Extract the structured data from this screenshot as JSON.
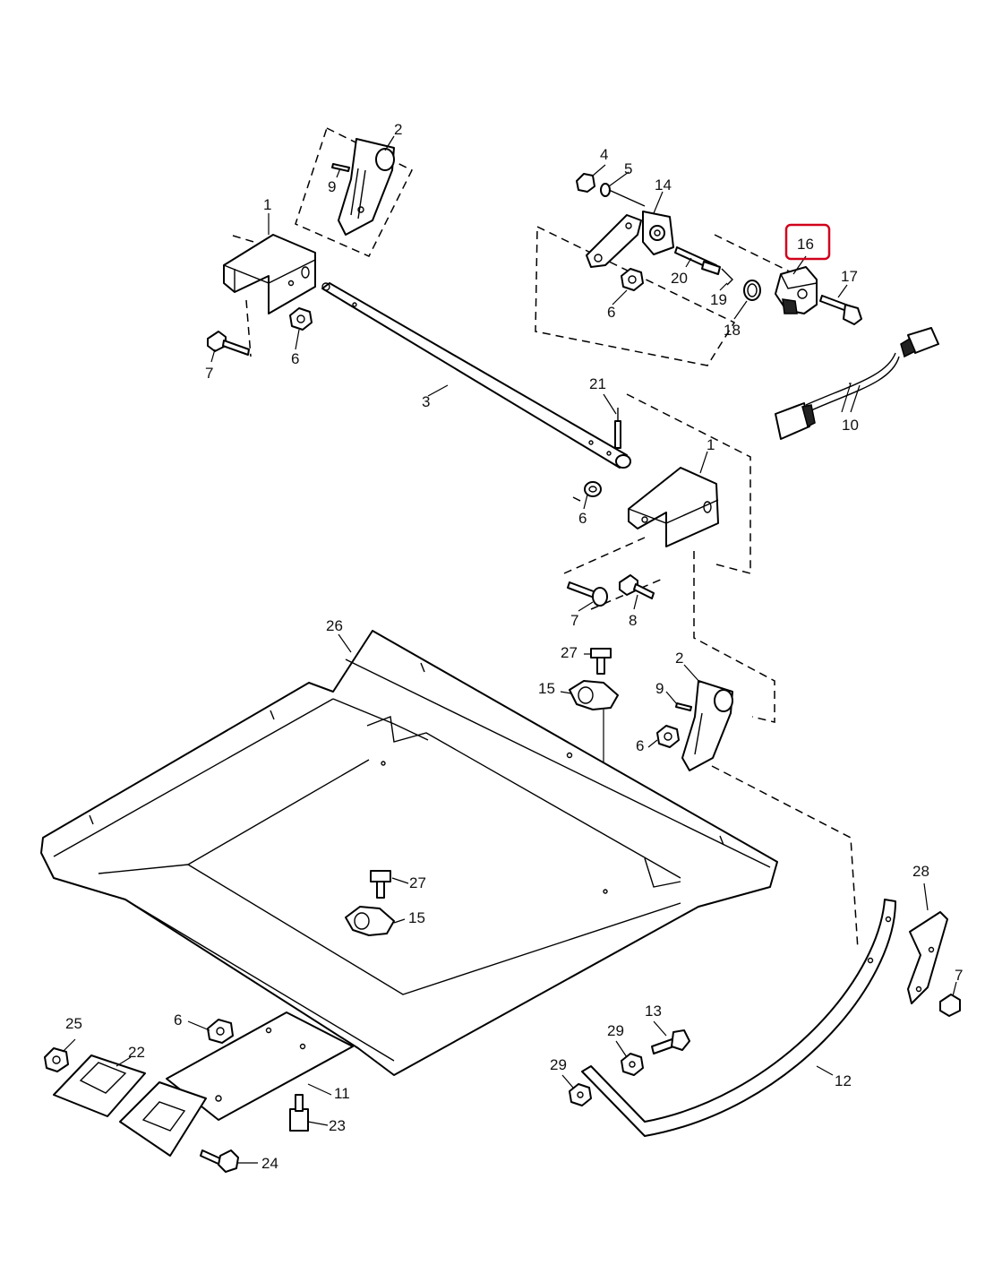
{
  "diagram": {
    "highlight_color": "#d0021b",
    "labels": {
      "l1a": "1",
      "l2a": "2",
      "l9a": "9",
      "l7a": "7",
      "l6a": "6",
      "l3": "3",
      "l4": "4",
      "l5": "5",
      "l14": "14",
      "l6b": "6",
      "l20": "20",
      "l19": "19",
      "l18": "18",
      "l16": "16",
      "l17": "17",
      "l10": "10",
      "l21": "21",
      "l1b": "1",
      "l6c": "6",
      "l7b": "7",
      "l8": "8",
      "l26": "26",
      "l27a": "27",
      "l15a": "15",
      "l2b": "2",
      "l9b": "9",
      "l6d": "6",
      "l27b": "27",
      "l15b": "15",
      "l28": "28",
      "l7c": "7",
      "l25": "25",
      "l6e": "6",
      "l22": "22",
      "l11": "11",
      "l23": "23",
      "l24": "24",
      "l13": "13",
      "l29a": "29",
      "l29b": "29",
      "l12": "12"
    }
  }
}
